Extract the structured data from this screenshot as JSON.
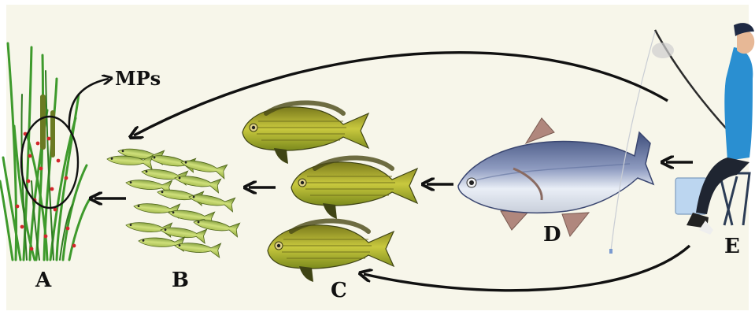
{
  "labels": {
    "mps": "MPs",
    "a": "A",
    "b": "B",
    "c": "C",
    "d": "D",
    "e": "E"
  },
  "icons": {
    "plants": "aquatic-plants-icon",
    "small_fish": "small-fish-school-icon",
    "striped_fish": "striped-fish-icon",
    "large_fish": "large-fish-icon",
    "fisherman": "fisherman-icon"
  },
  "colors": {
    "background": "#f7f6ea",
    "arrow": "#111111",
    "plant_green": "#3e9a2c",
    "particle_red": "#d3262b",
    "fish_yellow": "#b9c23b",
    "big_fish_blue": "#6d7fa8",
    "shirt_blue": "#2a8fd1"
  }
}
